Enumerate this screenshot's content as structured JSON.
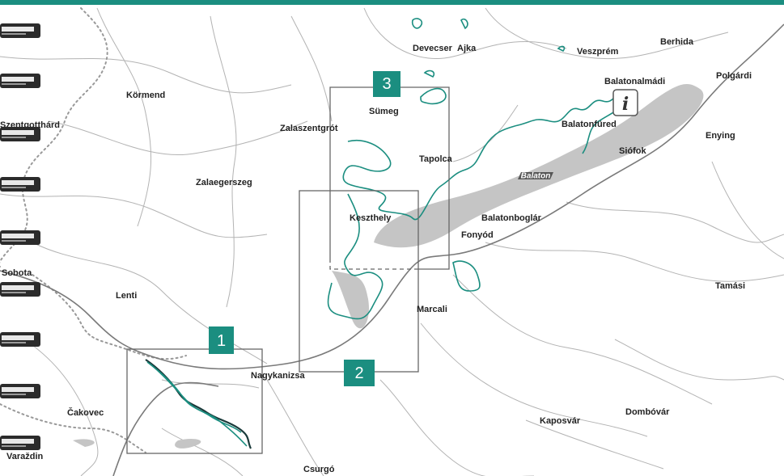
{
  "colors": {
    "accent": "#1b8e80",
    "lake": "#c5c5c5",
    "road": "#b3b3b3",
    "highway": "#7a7a7a"
  },
  "lake_label": "Balaton",
  "info_icon": {
    "glyph": "i",
    "icon": "information-icon"
  },
  "sections": [
    {
      "number": "1"
    },
    {
      "number": "2"
    },
    {
      "number": "3"
    }
  ],
  "places": [
    "Devecser",
    "Ajka",
    "Veszprém",
    "Berhida",
    "Balatonalmádi",
    "Polgárdi",
    "Körmend",
    "Sümeg",
    "Szentgotthárd",
    "Zalaszentgrót",
    "Balatonfüred",
    "Enying",
    "Tapolca",
    "Siófok",
    "Zalaegerszeg",
    "Keszthely",
    "Balatonboglár",
    "Fonyód",
    "Sobota",
    "Lenti",
    "Tamási",
    "Marcali",
    "Nagykanizsa",
    "Čakovec",
    "Kaposvár",
    "Dombóvár",
    "Varaždin",
    "Csurgó"
  ]
}
